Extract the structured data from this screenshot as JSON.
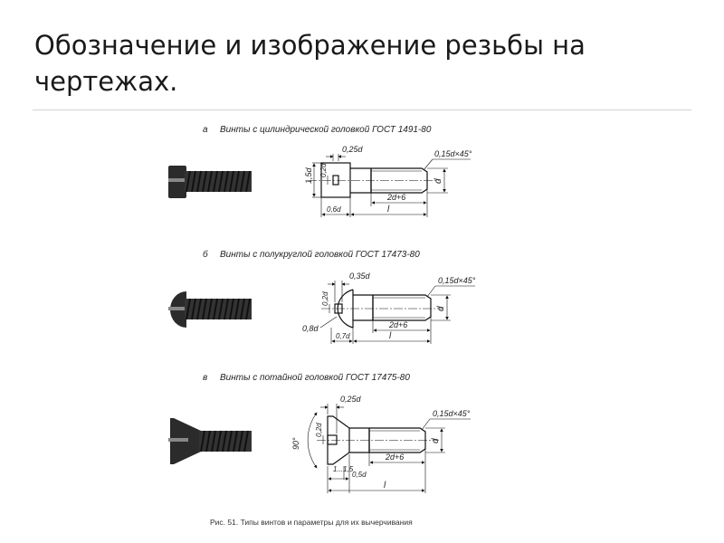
{
  "slide": {
    "title": "Обозначение и изображение резьбы на чертежах."
  },
  "figure": {
    "caption": "Рис. 51. Типы винтов и параметры для их вычерчивания",
    "panels": [
      {
        "letter": "а",
        "heading": "Винты с цилиндрической головкой ГОСТ 1491-80",
        "dims": {
          "slot_width": "0,25d",
          "chamfer": "0,15d×45°",
          "head_dia": "1,5d",
          "slot_depth": "0,2d",
          "head_height": "0,6d",
          "thread_len": "2d+6",
          "length": "l",
          "dia": "d"
        }
      },
      {
        "letter": "б",
        "heading": "Винты с полукруглой головкой ГОСТ 17473-80",
        "dims": {
          "slot_width": "0,35d",
          "chamfer": "0,15d×45°",
          "slot_depth": "0,2d",
          "radius": "0,8d",
          "head_height": "0,7d",
          "thread_len": "2d+6",
          "length": "l",
          "dia": "d"
        }
      },
      {
        "letter": "в",
        "heading": "Винты с потайной головкой ГОСТ 17475-80",
        "dims": {
          "slot_width": "0,25d",
          "chamfer": "0,15d×45°",
          "angle": "90°",
          "slot_depth": "0,2d",
          "range": "1...1,5",
          "head_height": "0,5d",
          "thread_len": "2d+6",
          "length": "l",
          "dia": "d"
        }
      }
    ]
  }
}
